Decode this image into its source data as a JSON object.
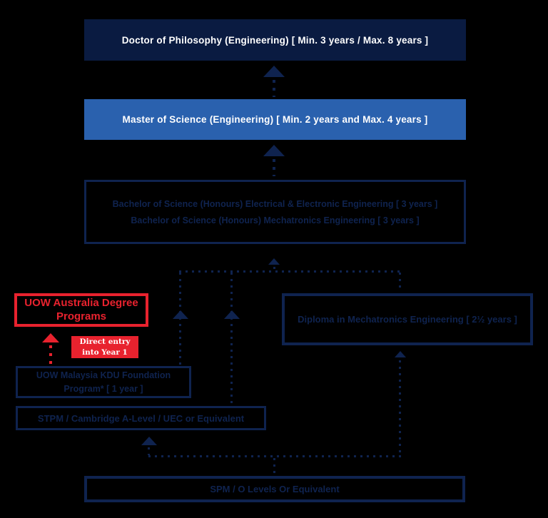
{
  "palette": {
    "background": "#000000",
    "navy": "#0f234f",
    "phd_fill": "#0a1b41",
    "msc_fill": "#2a61ae",
    "red": "#e8222e",
    "white": "#ffffff"
  },
  "diagram": {
    "phd": "Doctor of Philosophy (Engineering) [ Min. 3 years / Max. 8 years ]",
    "msc": "Master of Science (Engineering) [ Min. 2 years and Max. 4 years ]",
    "bachelor_line1": "Bachelor of Science (Honours) Electrical & Electronic Engineering [ 3 years ]",
    "bachelor_line2": "Bachelor of Science (Honours) Mechatronics Engineering [ 3 years ]",
    "uow_programs": "UOW Australia Degree Programs",
    "direct_entry": "Direct entry into Year 1",
    "foundation": "UOW Malaysia KDU Foundation Program* [ 1 year ]",
    "stpm": "STPM / Cambridge A-Level / UEC or Equivalent",
    "diploma": "Diploma in Mechatronics Engineering [ 2½ years ]",
    "spm": "SPM / O Levels Or Equivalent"
  }
}
